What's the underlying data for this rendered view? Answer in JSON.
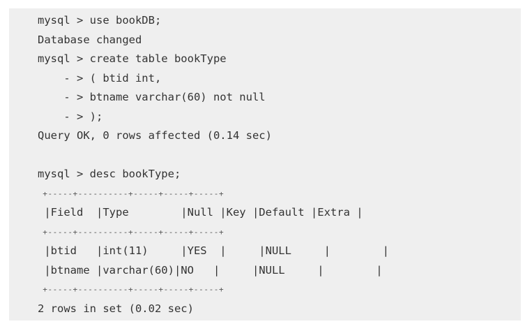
{
  "terminal": {
    "lines": [
      "mysql > use bookDB;",
      "Database changed",
      "mysql > create table bookType",
      "    - > ( btid int,",
      "    - > btname varchar(60) not null",
      "    - > );",
      "Query OK, 0 rows affected (0.14 sec)",
      "",
      "mysql > desc bookType;",
      " +-----+----------+-----+-----+-----+",
      " |Field  |Type        |Null |Key |Default |Extra |",
      " +-----+----------+-----+-----+-----+",
      " |btid   |int(11)     |YES  |     |NULL     |        |",
      " |btname |varchar(60)|NO   |     |NULL     |        |",
      " +-----+----------+-----+-----+-----+",
      "2 rows in set (0.02 sec)"
    ]
  }
}
